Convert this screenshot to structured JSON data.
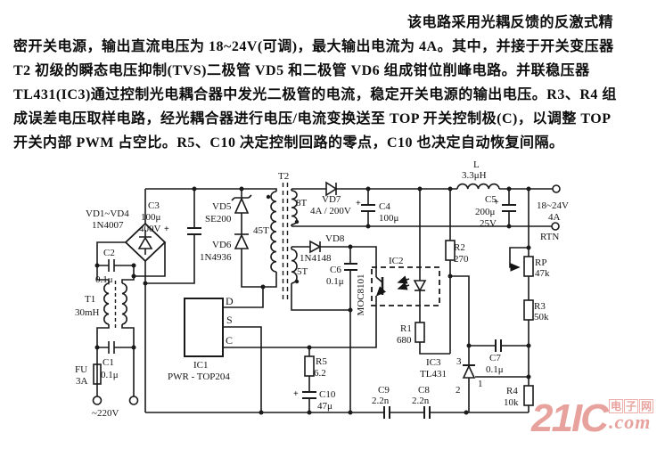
{
  "description": {
    "lines": [
      "该电路采用光耦反馈的反激式精",
      "密开关电源，输出直流电压为 18~24V(可调)，最大输出电流为 4A。其中，并接于开关变压器",
      "T2 初级的瞬态电压抑制(TVS)二极管 VD5 和二极管 VD6 组成钳位削峰电路。并联稳压器",
      "TL431(IC3)通过控制光电耦合器中发光二极管的电流，稳定开关电源的输出电压。R3、R4 组",
      "成误差电压取样电路，经光耦合器进行电压/电流变换送至 TOP 开关控制极(C)，以调整 TOP",
      "开关内部 PWM 占空比。R5、C10 决定控制回路的零点，C10 也决定自动恢复间隔。"
    ]
  },
  "schematic": {
    "ac_input": {
      "label": "~220V",
      "fuse": "FU",
      "fuse_rating": "3A"
    },
    "components": {
      "bridge": {
        "name": "VD1~VD4",
        "part": "1N4007"
      },
      "c1": {
        "name": "C1",
        "value": "0.1μ"
      },
      "c2": {
        "name": "C2",
        "value": "0.1μ"
      },
      "t1": {
        "name": "T1",
        "value": "30mH"
      },
      "c3": {
        "name": "C3",
        "value": "100μ",
        "rating": "400V",
        "plus": "+"
      },
      "vd5": {
        "name": "VD5",
        "part": "SE200"
      },
      "vd6": {
        "name": "VD6",
        "part": "1N4936"
      },
      "t2": {
        "name": "T2",
        "primary": "45T",
        "secondary": "8T",
        "bias": "5T"
      },
      "vd7": {
        "name": "VD7",
        "rating": "4A / 200V"
      },
      "c4": {
        "name": "C4",
        "value": "100μ",
        "plus": "+"
      },
      "vd8": {
        "name": "VD8",
        "part": "1N4148"
      },
      "c6": {
        "name": "C6",
        "value": "0.1μ"
      },
      "ic1": {
        "name": "IC1",
        "part": "PWR - TOP204",
        "pin_d": "D",
        "pin_s": "S",
        "pin_c": "C"
      },
      "ic2": {
        "name": "IC2",
        "part": "MOC8101"
      },
      "r5": {
        "name": "R5",
        "value": "6.2"
      },
      "c10": {
        "name": "C10",
        "value": "47μ",
        "plus": "+"
      },
      "c9": {
        "name": "C9",
        "value": "2.2n"
      },
      "c8": {
        "name": "C8",
        "value": "2.2n"
      },
      "r1": {
        "name": "R1",
        "value": "680"
      },
      "ic3": {
        "name": "IC3",
        "part": "TL431",
        "pin3": "3",
        "pin2": "2",
        "pin1": "1"
      },
      "c7": {
        "name": "C7",
        "value": "0.1μ"
      },
      "r2": {
        "name": "R2",
        "value": "270"
      },
      "rp": {
        "name": "RP",
        "value": "47k"
      },
      "r3": {
        "name": "R3",
        "value": "50k"
      },
      "r4": {
        "name": "R4",
        "value": "10k"
      },
      "l": {
        "name": "L",
        "value": "3.3μH"
      },
      "c5": {
        "name": "C5",
        "value": "200μ",
        "rating": "25V",
        "plus": "+"
      }
    },
    "output": {
      "voltage": "18~24V",
      "current": "4A",
      "rtn": "RTN"
    }
  },
  "watermark": {
    "logo": "21IC",
    "badge1": "电",
    "badge2": "子",
    "badge3": "网",
    "dot": ".",
    "suffix": "com"
  }
}
